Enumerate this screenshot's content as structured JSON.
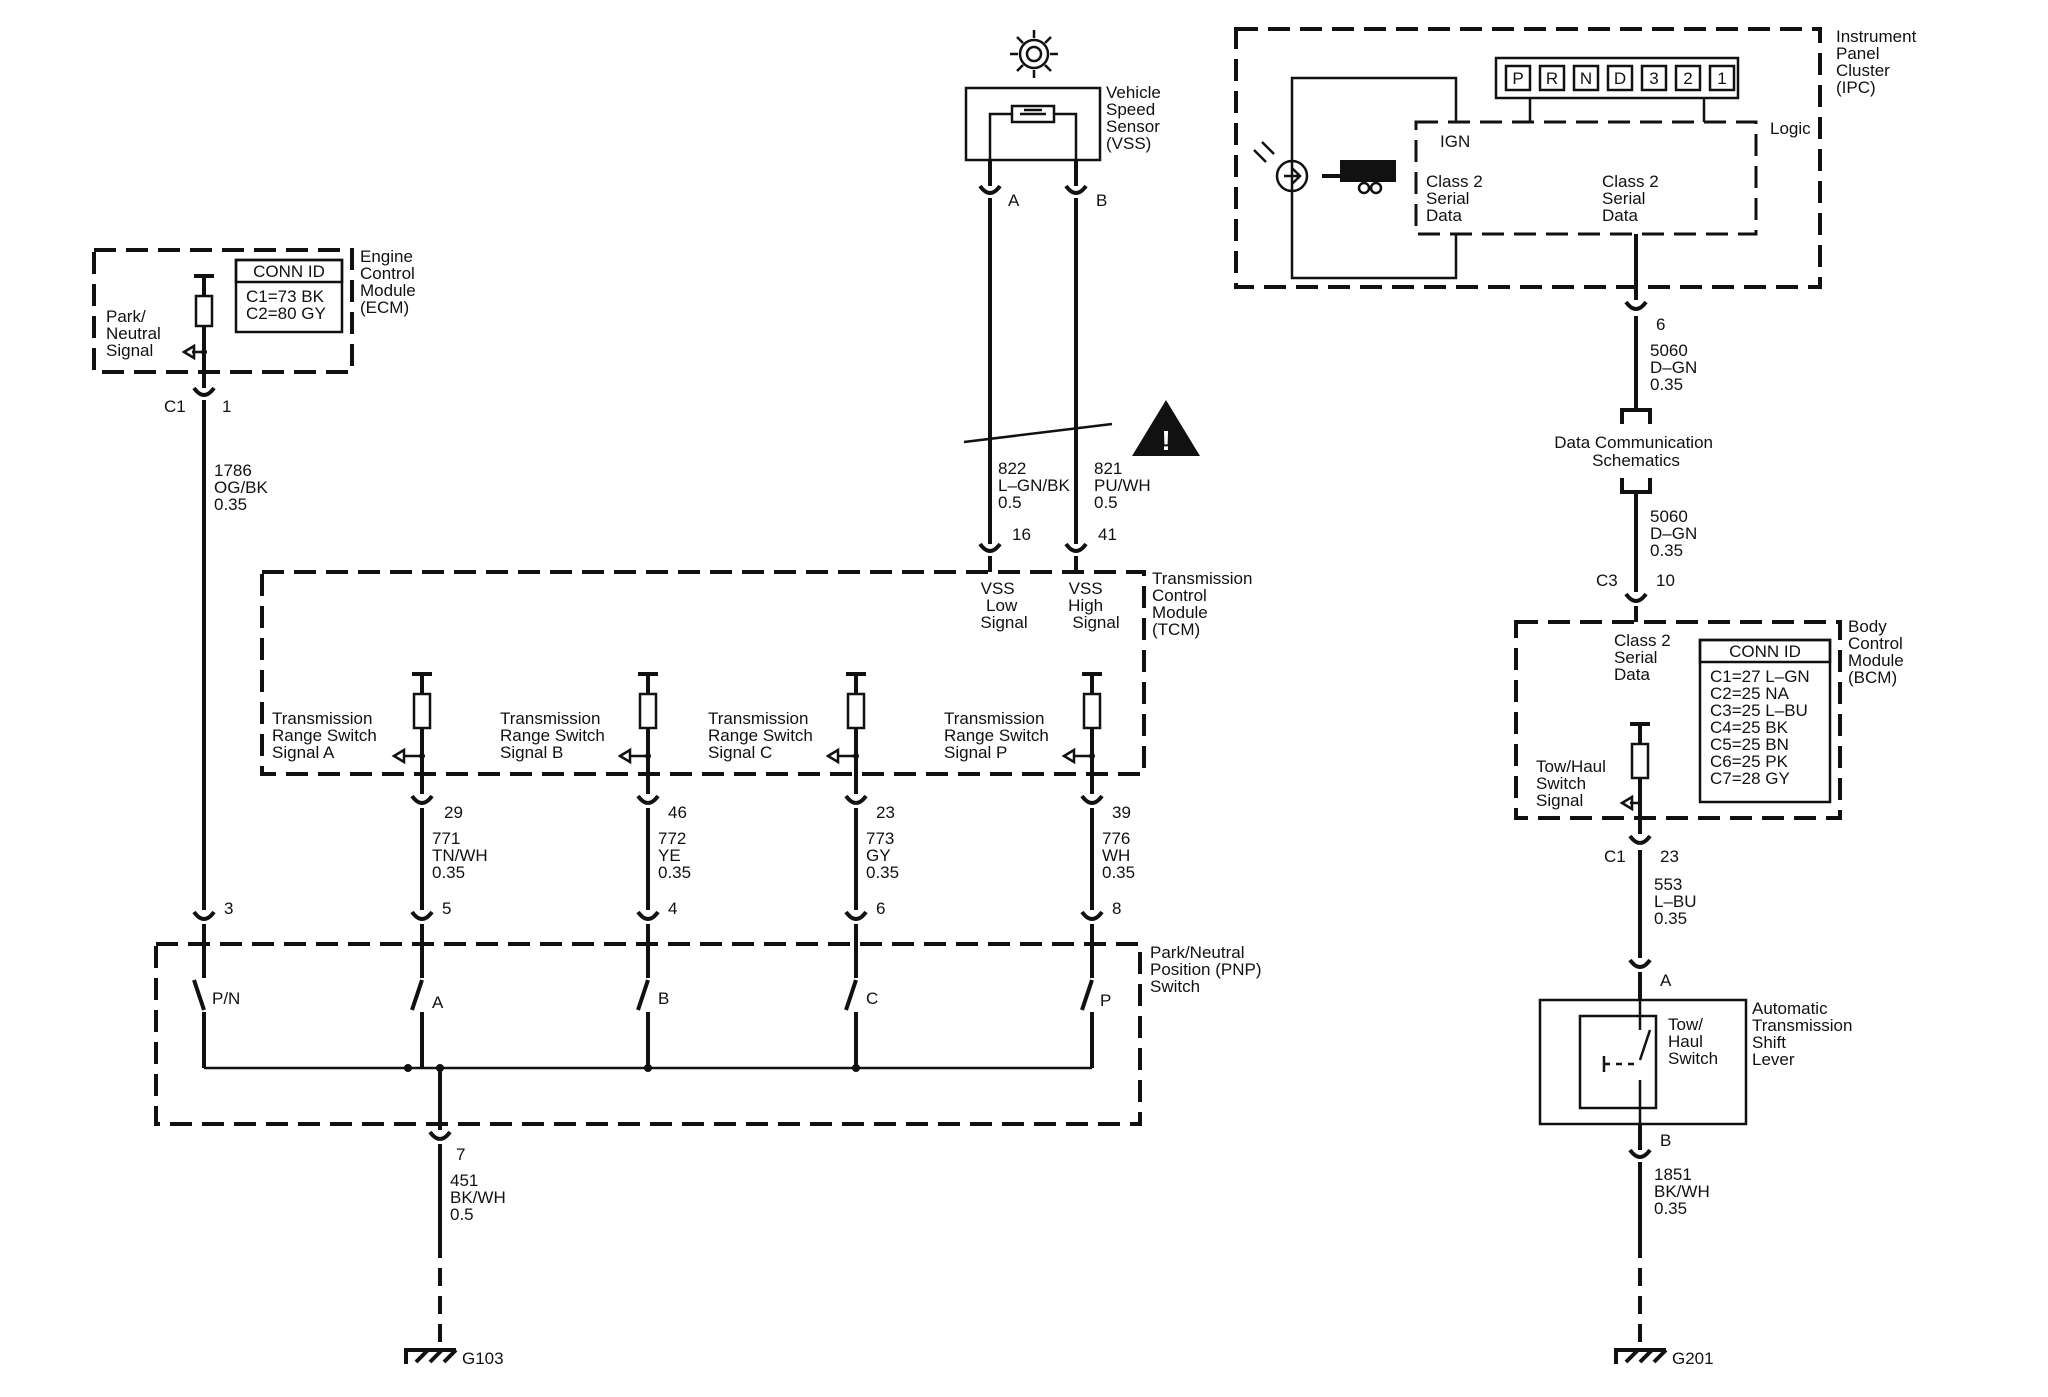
{
  "ipc": {
    "label": [
      "Instrument",
      "Panel",
      "Cluster",
      "(IPC)"
    ],
    "prnd": [
      "P",
      "R",
      "N",
      "D",
      "3",
      "2",
      "1"
    ],
    "logic": "Logic",
    "ign": "IGN",
    "serial_left": [
      "Class 2",
      "Serial",
      "Data"
    ],
    "serial_right": [
      "Class 2",
      "Serial",
      "Data"
    ]
  },
  "vss": {
    "label": [
      "Vehicle",
      "Speed",
      "Sensor",
      "(VSS)"
    ],
    "pin_a": "A",
    "pin_b": "B"
  },
  "ecm": {
    "label": [
      "Engine",
      "Control",
      "Module",
      "(ECM)"
    ],
    "conn_title": "CONN ID",
    "conn_rows": [
      "C1=73 BK",
      "C2=80 GY"
    ],
    "signal": [
      "Park/",
      "Neutral",
      "Signal"
    ],
    "connector": "C1",
    "pin": "1"
  },
  "wires": {
    "w1786": [
      "1786",
      "OG/BK",
      "0.35"
    ],
    "w822": [
      "822",
      "L–GN/BK",
      "0.5"
    ],
    "w821": [
      "821",
      "PU/WH",
      "0.5"
    ],
    "w5060a": [
      "5060",
      "D–GN",
      "0.35"
    ],
    "w5060b": [
      "5060",
      "D–GN",
      "0.35"
    ],
    "w771": [
      "771",
      "TN/WH",
      "0.35"
    ],
    "w772": [
      "772",
      "YE",
      "0.35"
    ],
    "w773": [
      "773",
      "GY",
      "0.35"
    ],
    "w776": [
      "776",
      "WH",
      "0.35"
    ],
    "w553": [
      "553",
      "L–BU",
      "0.35"
    ],
    "w451": [
      "451",
      "BK/WH",
      "0.5"
    ],
    "w1851": [
      "1851",
      "BK/WH",
      "0.35"
    ]
  },
  "dcs": [
    "Data Communication",
    "Schematics"
  ],
  "tcm": {
    "label": [
      "Transmission",
      "Control",
      "Module",
      "(TCM)"
    ],
    "vss_low": [
      "VSS",
      "Low",
      "Signal"
    ],
    "vss_high": [
      "VSS",
      "High",
      "Signal"
    ],
    "pin_low": "16",
    "pin_high": "41",
    "sig_a": [
      "Transmission",
      "Range Switch",
      "Signal A"
    ],
    "sig_b": [
      "Transmission",
      "Range Switch",
      "Signal B"
    ],
    "sig_c": [
      "Transmission",
      "Range Switch",
      "Signal C"
    ],
    "sig_p": [
      "Transmission",
      "Range Switch",
      "Signal P"
    ],
    "pins": [
      "29",
      "46",
      "23",
      "39"
    ]
  },
  "pnp": {
    "label": [
      "Park/Neutral",
      "Position (PNP)",
      "Switch"
    ],
    "pins": [
      "3",
      "5",
      "4",
      "6",
      "8"
    ],
    "contacts": [
      "P/N",
      "A",
      "B",
      "C",
      "P"
    ],
    "ground_pin": "7"
  },
  "bcm": {
    "label": [
      "Body",
      "Control",
      "Module",
      "(BCM)"
    ],
    "serial": [
      "Class 2",
      "Serial",
      "Data"
    ],
    "conn_title": "CONN ID",
    "conn_rows": [
      "C1=27 L–GN",
      "C2=25 NA",
      "C3=25 L–BU",
      "C4=25 BK",
      "C5=25 BN",
      "C6=25 PK",
      "C7=28 GY"
    ],
    "tow_signal": [
      "Tow/Haul",
      "Switch",
      "Signal"
    ],
    "c3": "C3",
    "c3_pin": "10",
    "c1": "C1",
    "c1_pin": "23"
  },
  "ipc_pin": "6",
  "shift": {
    "label": [
      "Automatic",
      "Transmission",
      "Shift",
      "Lever"
    ],
    "switch": [
      "Tow/",
      "Haul",
      "Switch"
    ],
    "pin_a": "A",
    "pin_b": "B"
  },
  "grounds": [
    "G103",
    "G201"
  ]
}
